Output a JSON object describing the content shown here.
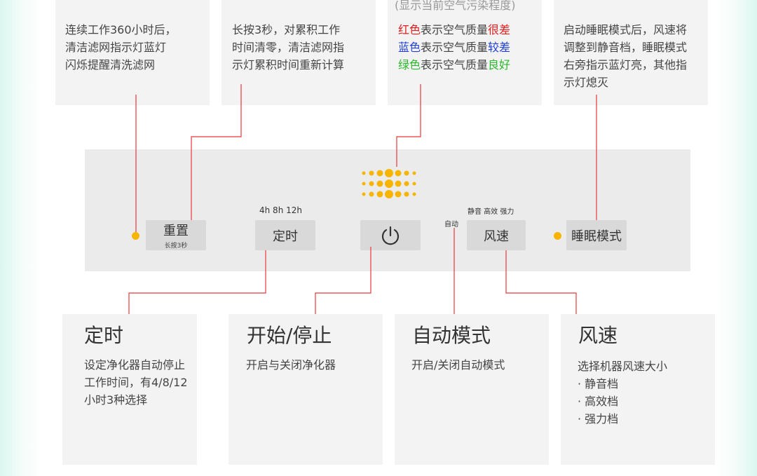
{
  "top_boxes": [
    {
      "lines": [
        "连续工作360小时后，",
        "清洁滤网指示灯蓝灯",
        "闪烁提醒清洗滤网"
      ]
    },
    {
      "lines": [
        "长按3秒，对累积工作",
        "时间清零，清洁滤网指",
        "示灯累积时间重新计算"
      ]
    },
    {
      "title": "(显示当前空气污染程度)",
      "color_lines": [
        {
          "prefix": "红色",
          "middle": "表示空气质量",
          "suffix": "很差",
          "color": "#e02020"
        },
        {
          "prefix": "蓝色",
          "middle": "表示空气质量",
          "suffix": "较差",
          "color": "#1f3fd6"
        },
        {
          "prefix": "绿色",
          "middle": "表示空气质量",
          "suffix": "良好",
          "color": "#2eb82e"
        }
      ]
    },
    {
      "lines": [
        "启动睡眠模式后，风速将",
        "调整到静音档，睡眠模式",
        "右旁指示蓝灯亮，其他指",
        "示灯熄灭"
      ]
    }
  ],
  "panel": {
    "reset": {
      "label": "重置",
      "sub": "长按3秒"
    },
    "timer": {
      "label": "定时",
      "options": "4h  8h  12h"
    },
    "power_icon": "power-icon",
    "fan": {
      "label": "风速",
      "auto": "自动",
      "speeds": "静音  高效  强力"
    },
    "sleep": {
      "label": "睡眠模式"
    }
  },
  "bottom_boxes": [
    {
      "title": "定时",
      "lines": [
        "设定净化器自动停止",
        "工作时间，有4/8/12",
        "小时3种选择"
      ]
    },
    {
      "title": "开始/停止",
      "lines": [
        "开启与关闭净化器"
      ]
    },
    {
      "title": "自动模式",
      "lines": [
        "开启/关闭自动模式"
      ]
    },
    {
      "title": "风速",
      "lines": [
        "选择机器风速大小",
        "· 静音档",
        "· 高效档",
        "· 强力档"
      ]
    }
  ],
  "colors": {
    "accent_line": "#e8383d",
    "led": "#f7b500"
  }
}
